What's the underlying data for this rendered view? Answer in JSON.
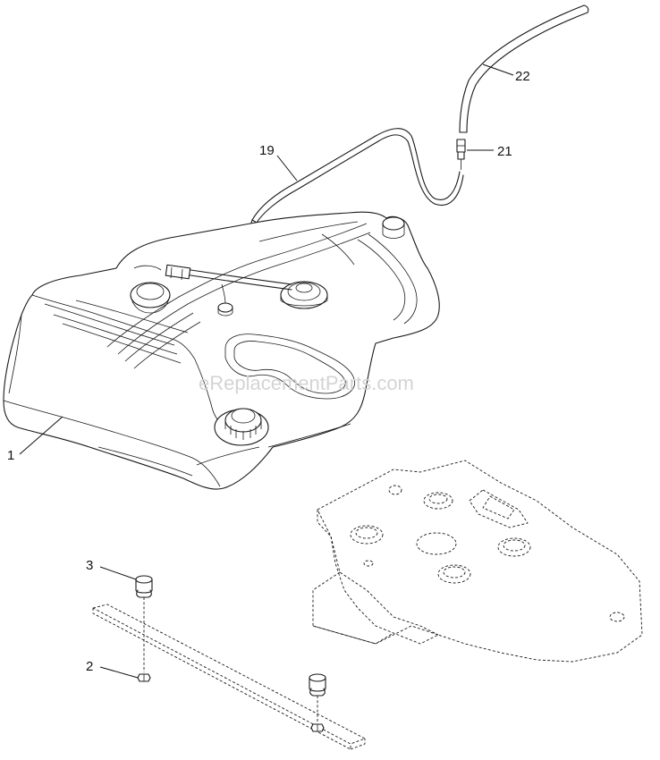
{
  "watermark": "eReplacementParts.com",
  "callouts": [
    {
      "id": "1",
      "label": "1"
    },
    {
      "id": "2",
      "label": "2"
    },
    {
      "id": "3",
      "label": "3"
    },
    {
      "id": "19",
      "label": "19"
    },
    {
      "id": "21",
      "label": "21"
    },
    {
      "id": "22",
      "label": "22"
    }
  ]
}
